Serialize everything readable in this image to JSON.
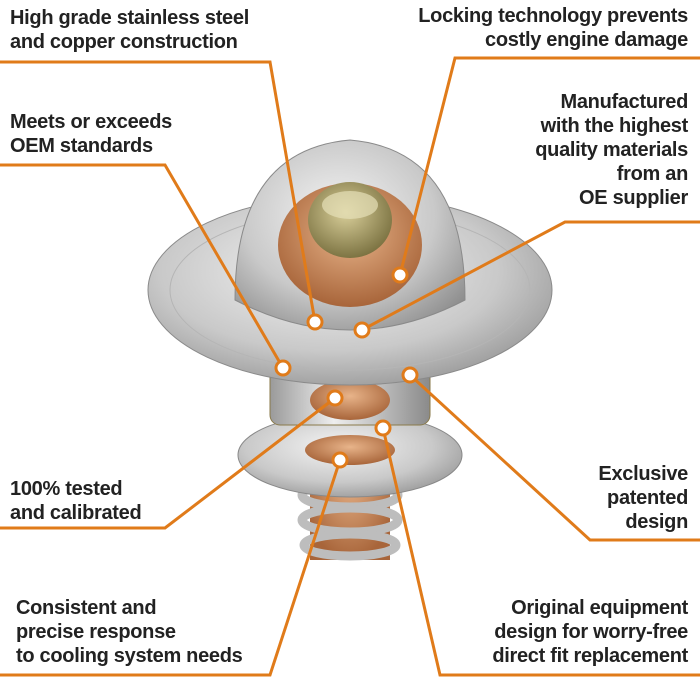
{
  "accent_color": "#e07b1a",
  "callouts": {
    "materials": {
      "lines": [
        "High grade stainless steel",
        "and copper construction"
      ]
    },
    "locking": {
      "lines": [
        "Locking technology prevents",
        "costly engine damage"
      ]
    },
    "oem": {
      "lines": [
        "Meets or exceeds",
        "OEM standards"
      ]
    },
    "supplier": {
      "lines": [
        "Manufactured",
        "with the highest",
        "quality materials",
        "from an",
        "OE supplier"
      ]
    },
    "tested": {
      "lines": [
        "100% tested",
        "and calibrated"
      ]
    },
    "patented": {
      "lines": [
        "Exclusive",
        "patented",
        "design"
      ]
    },
    "response": {
      "lines": [
        "Consistent and",
        "precise response",
        "to cooling system needs"
      ]
    },
    "fit": {
      "lines": [
        "Original equipment",
        "design for worry-free",
        "direct fit replacement"
      ]
    }
  }
}
